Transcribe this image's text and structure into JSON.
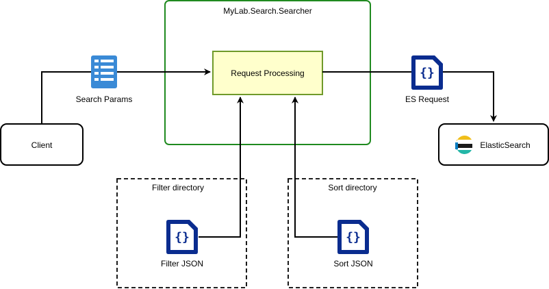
{
  "nodes": {
    "searcher_container": {
      "label": "MyLab.Search.Searcher"
    },
    "request_processing": {
      "label": "Request Processing"
    },
    "client": {
      "label": "Client"
    },
    "elasticsearch": {
      "label": "ElasticSearch",
      "icon": "elasticsearch-logo-icon"
    },
    "search_params": {
      "label": "Search Params",
      "icon": "list-document-icon"
    },
    "es_request": {
      "label": "ES Request",
      "icon": "json-file-icon"
    },
    "filter_directory": {
      "label": "Filter directory"
    },
    "sort_directory": {
      "label": "Sort directory"
    },
    "filter_json": {
      "label": "Filter JSON",
      "icon": "json-file-icon"
    },
    "sort_json": {
      "label": "Sort JSON",
      "icon": "json-file-icon"
    }
  },
  "colors": {
    "container_border": "#1f8a1f",
    "process_fill": "#ffffcc",
    "process_border": "#6f9a2a",
    "icon_blue": "#0a2c8f",
    "list_icon_blue": "#3a8ad6",
    "line": "#000000"
  }
}
